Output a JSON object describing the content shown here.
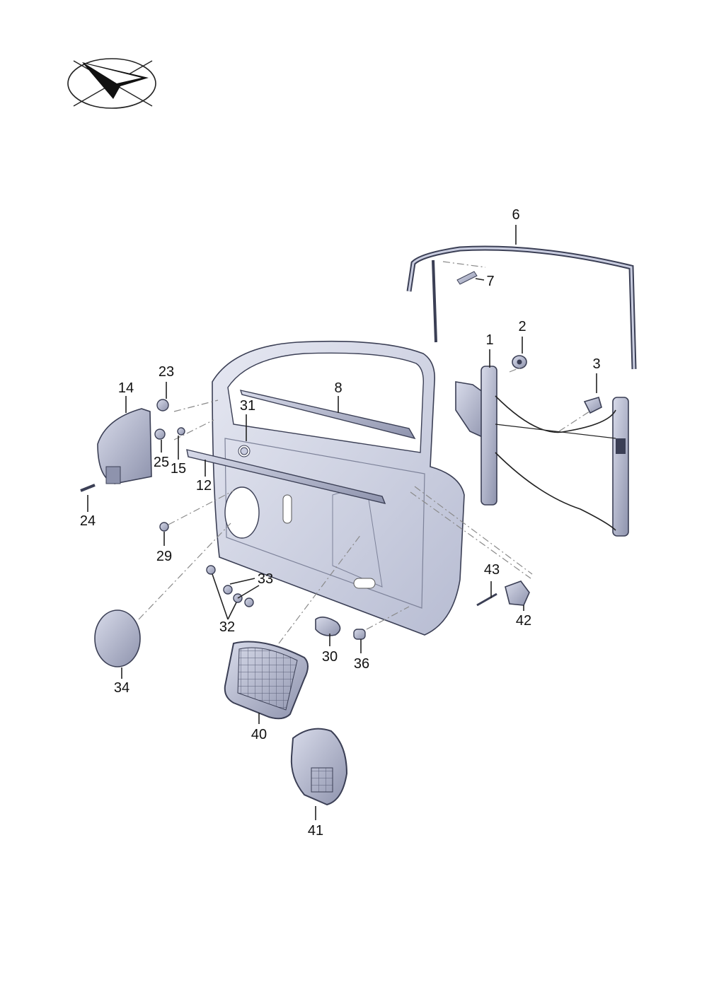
{
  "diagram": {
    "orientation_symbol": "direction-arrow-icon",
    "callouts": {
      "c1": "1",
      "c2": "2",
      "c3": "3",
      "c6": "6",
      "c7": "7",
      "c8": "8",
      "c12": "12",
      "c14": "14",
      "c15": "15",
      "c23": "23",
      "c24": "24",
      "c25": "25",
      "c29": "29",
      "c30": "30",
      "c31": "31",
      "c32": "32",
      "c33": "33",
      "c34": "34",
      "c36": "36",
      "c40": "40",
      "c41": "41",
      "c42": "42",
      "c43": "43"
    },
    "colors": {
      "part_fill": "#c9cde0",
      "part_shade": "#9ea3bd",
      "part_dark": "#3b3f55",
      "line": "#222222"
    }
  }
}
